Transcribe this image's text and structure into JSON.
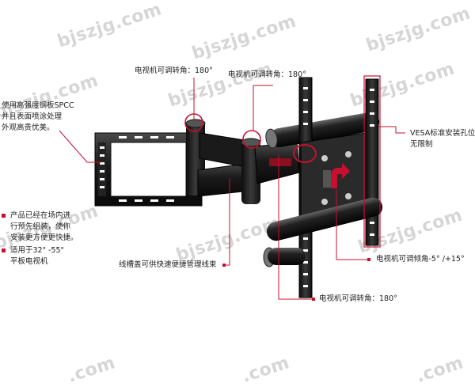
{
  "watermark": "bjszjg.com",
  "watermark_partial": ".com",
  "features": {
    "steel": [
      "使用高强度钢板SPCC",
      "并且表面喷涂处理",
      "外观高贵优美。"
    ],
    "assembled": [
      "产品已经在场内进",
      "行预先组装，使你",
      "安装更方便更快捷。"
    ],
    "fits": [
      "适用于32\" -55\"",
      "平板电视机"
    ]
  },
  "callouts": {
    "swivel_top_left": "电视机可调转角：180°",
    "swivel_top_right": "电视机可调转角：180°",
    "vesa": [
      "VESA标准安装孔位",
      "无限制"
    ],
    "cable": "线槽盖可供快速便捷管理线束",
    "tilt": "电视机可调倾角-5° /+15°",
    "swivel_bottom": "电视机可调转角：180°"
  },
  "colors": {
    "accent": "#c8102e",
    "metal": "#1c1c1c"
  }
}
